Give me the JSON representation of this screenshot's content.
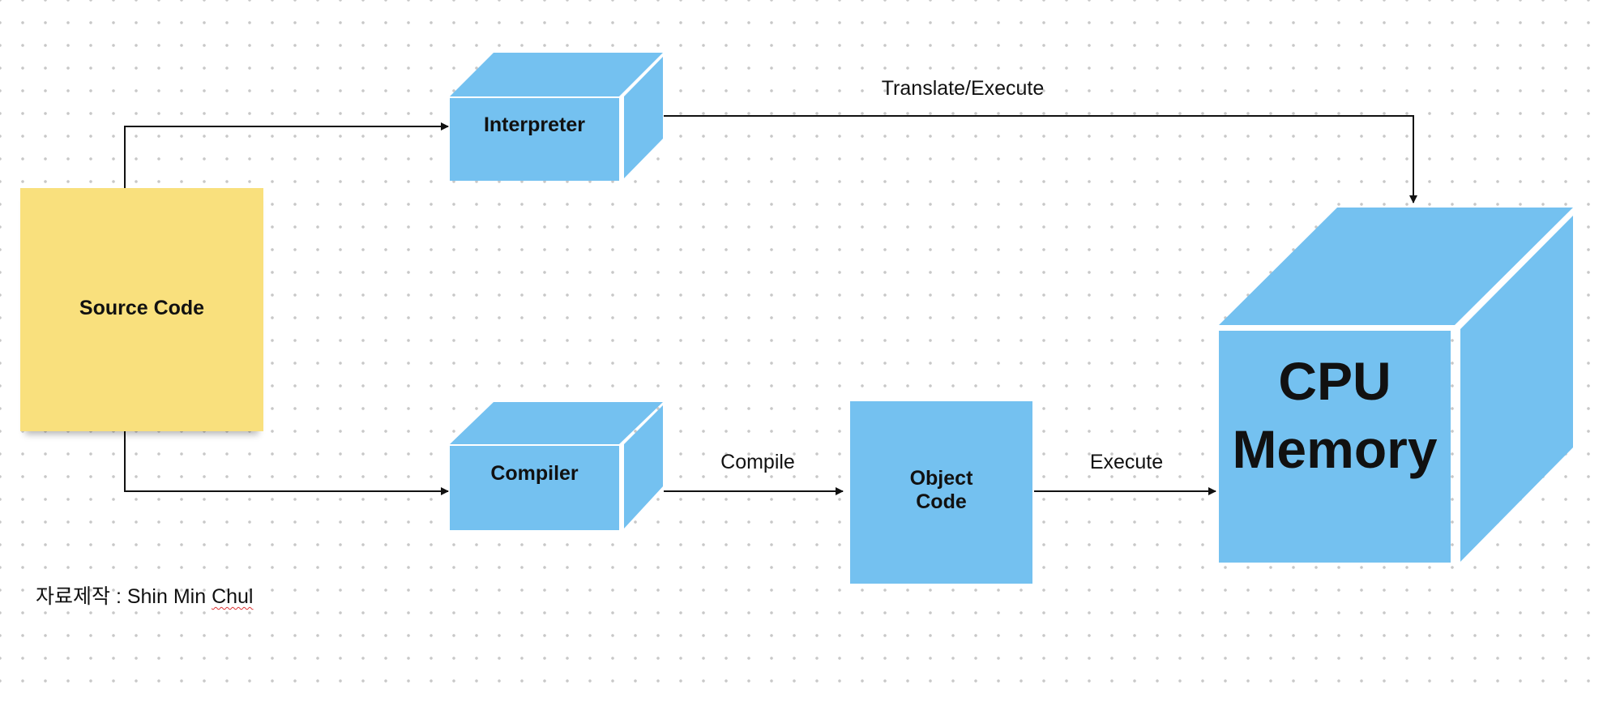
{
  "colors": {
    "box_fill": "#74c1f0",
    "sticky_fill": "#f9e07d",
    "edge": "#111111",
    "grid_dot": "#c8c8c8"
  },
  "nodes": {
    "source_code": "Source Code",
    "interpreter": "Interpreter",
    "compiler": "Compiler",
    "object_code": "Object\nCode",
    "cpu_memory": "CPU\nMemory"
  },
  "edges": {
    "translate_execute": "Translate/Execute",
    "compile": "Compile",
    "execute": "Execute"
  },
  "credit": {
    "prefix": "자료제작 : Shin Min ",
    "name_flagged": "Chul"
  }
}
